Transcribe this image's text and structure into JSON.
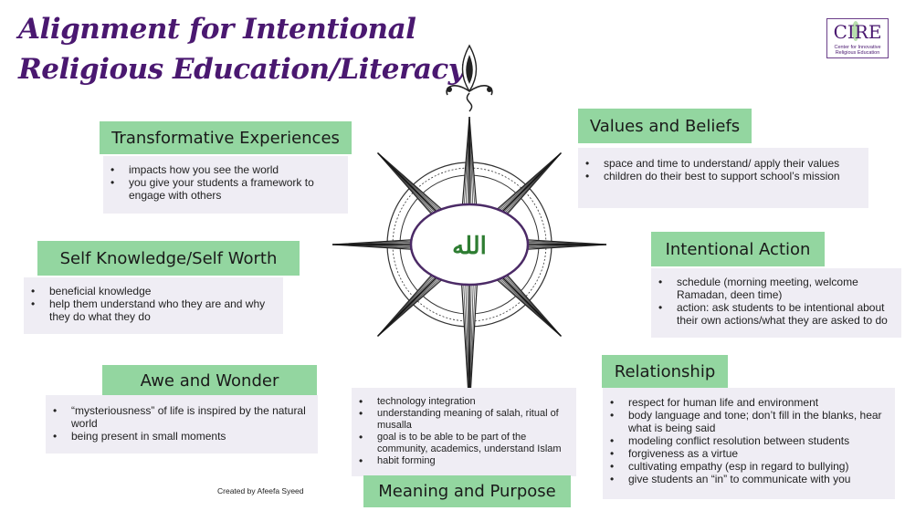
{
  "title_line1": "Alignment for Intentional",
  "title_line2": "Religious Education/Literacy",
  "logo": {
    "name": "CIRE",
    "line1": "Center for Innovative",
    "line2": "Religious Education"
  },
  "center_text": "الله",
  "colors": {
    "title": "#4a1870",
    "header_green": "#93d6a0",
    "box_gray": "#efedf4",
    "center_text": "#2e7d32"
  },
  "transformative": {
    "heading": "Transformative Experiences",
    "items": [
      "impacts how you see the world",
      "you give your students a framework to engage with others"
    ]
  },
  "values": {
    "heading": "Values and Beliefs",
    "items": [
      "space and time to understand/ apply their values",
      "children do their best to support school’s mission"
    ]
  },
  "self_knowledge": {
    "heading": "Self Knowledge/Self Worth",
    "items": [
      "beneficial knowledge",
      "help them understand who they are and why they do what they do"
    ]
  },
  "intentional": {
    "heading": "Intentional Action",
    "items": [
      "schedule (morning meeting, welcome Ramadan, deen time)",
      "action: ask students to be intentional about their own actions/what they are asked to do"
    ]
  },
  "awe": {
    "heading": "Awe and Wonder",
    "items": [
      "“mysteriousness” of life is inspired by the natural world",
      "being present in  small moments"
    ]
  },
  "meaning": {
    "heading": "Meaning and Purpose",
    "items": [
      "technology integration",
      "understanding meaning of salah, ritual of musalla",
      "goal is to be able to be part of the community, academics, understand Islam",
      "habit forming"
    ]
  },
  "relationship": {
    "heading": "Relationship",
    "items": [
      "respect for human life and environment",
      "body language and tone; don’t fill in the blanks, hear what is being said",
      "modeling conflict resolution between students",
      "forgiveness as a virtue",
      "cultivating empathy (esp in regard to bullying)",
      "give students an “in” to communicate with you"
    ]
  },
  "credit": "Created by Afeefa Syeed"
}
